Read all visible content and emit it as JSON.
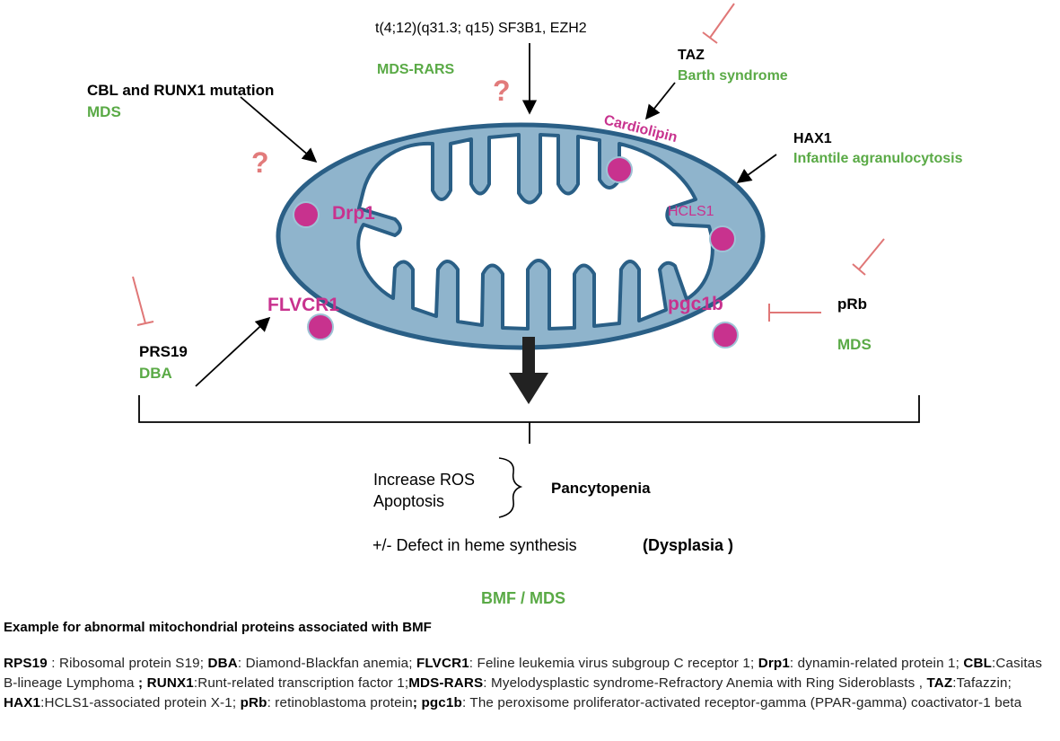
{
  "top_mutation": {
    "genes": "t(4;12)(q31.3; q15) SF3B1, EZH2",
    "disease": "MDS-RARS"
  },
  "cbl_runx1": {
    "genes": "CBL and RUNX1 mutation",
    "disease": "MDS"
  },
  "taz": {
    "gene": "TAZ",
    "disease": "Barth syndrome"
  },
  "hax1": {
    "gene": "HAX1",
    "disease": "Infantile agranulocytosis"
  },
  "prs19": {
    "gene": "PRS19",
    "disease": "DBA"
  },
  "prb": {
    "gene": "pRb",
    "disease": "MDS"
  },
  "unknown_mark": "?",
  "proteins": {
    "cardiolipin": "Cardiolipin",
    "drp1": "Drp1",
    "hcls1": "HCLS1",
    "flvcr1": "FLVCR1",
    "pgc1b": "pgc1b"
  },
  "outcome": {
    "increase_ros": "Increase ROS",
    "apoptosis": "Apoptosis",
    "pancytopenia": "Pancytopenia",
    "defect_prefix": "+/- Defect in  heme synthesis",
    "dysplasia": "(Dysplasia )",
    "result": "BMF / MDS"
  },
  "caption_title": "Example for abnormal mitochondrial proteins associated with BMF",
  "legend": [
    {
      "term": "RPS19",
      "sep": " : ",
      "def": "Ribosomal protein S19; "
    },
    {
      "term": "DBA",
      "sep": ": ",
      "def": "Diamond-Blackfan anemia; "
    },
    {
      "term": "FLVCR1",
      "sep": ": ",
      "def": "Feline leukemia virus subgroup C receptor 1; "
    },
    {
      "term": "Drp1",
      "sep": ": ",
      "def": "dynamin-related protein 1; "
    },
    {
      "term": "CBL",
      "sep": ":",
      "def": "Casitas B-lineage Lymphoma "
    },
    {
      "term": "; RUNX1",
      "sep": ":",
      "def": "Runt-related transcription factor 1;"
    },
    {
      "term": "MDS-RARS",
      "sep": ": ",
      "def": "Myelodysplastic syndrome-Refractory Anemia with Ring Sideroblasts , "
    },
    {
      "term": "TAZ",
      "sep": ":",
      "def": "Tafazzin; "
    },
    {
      "term": "HAX1",
      "sep": ":",
      "def": "HCLS1-associated protein X-1; "
    },
    {
      "term": "pRb",
      "sep": ": ",
      "def": "retinoblastoma protein"
    },
    {
      "term": "; pgc1b",
      "sep": ": ",
      "def": "The peroxisome proliferator-activated receptor-gamma (PPAR-gamma) coactivator-1 beta"
    }
  ],
  "colors": {
    "membrane_outer": "#2a5f86",
    "membrane_fill": "#8fb4cc",
    "protein_dot": "#c8328e",
    "protein_text": "#c8328e",
    "disease_text": "#5aaa46",
    "inhibit_line": "#e07777",
    "question_mark": "#e27b7b"
  }
}
